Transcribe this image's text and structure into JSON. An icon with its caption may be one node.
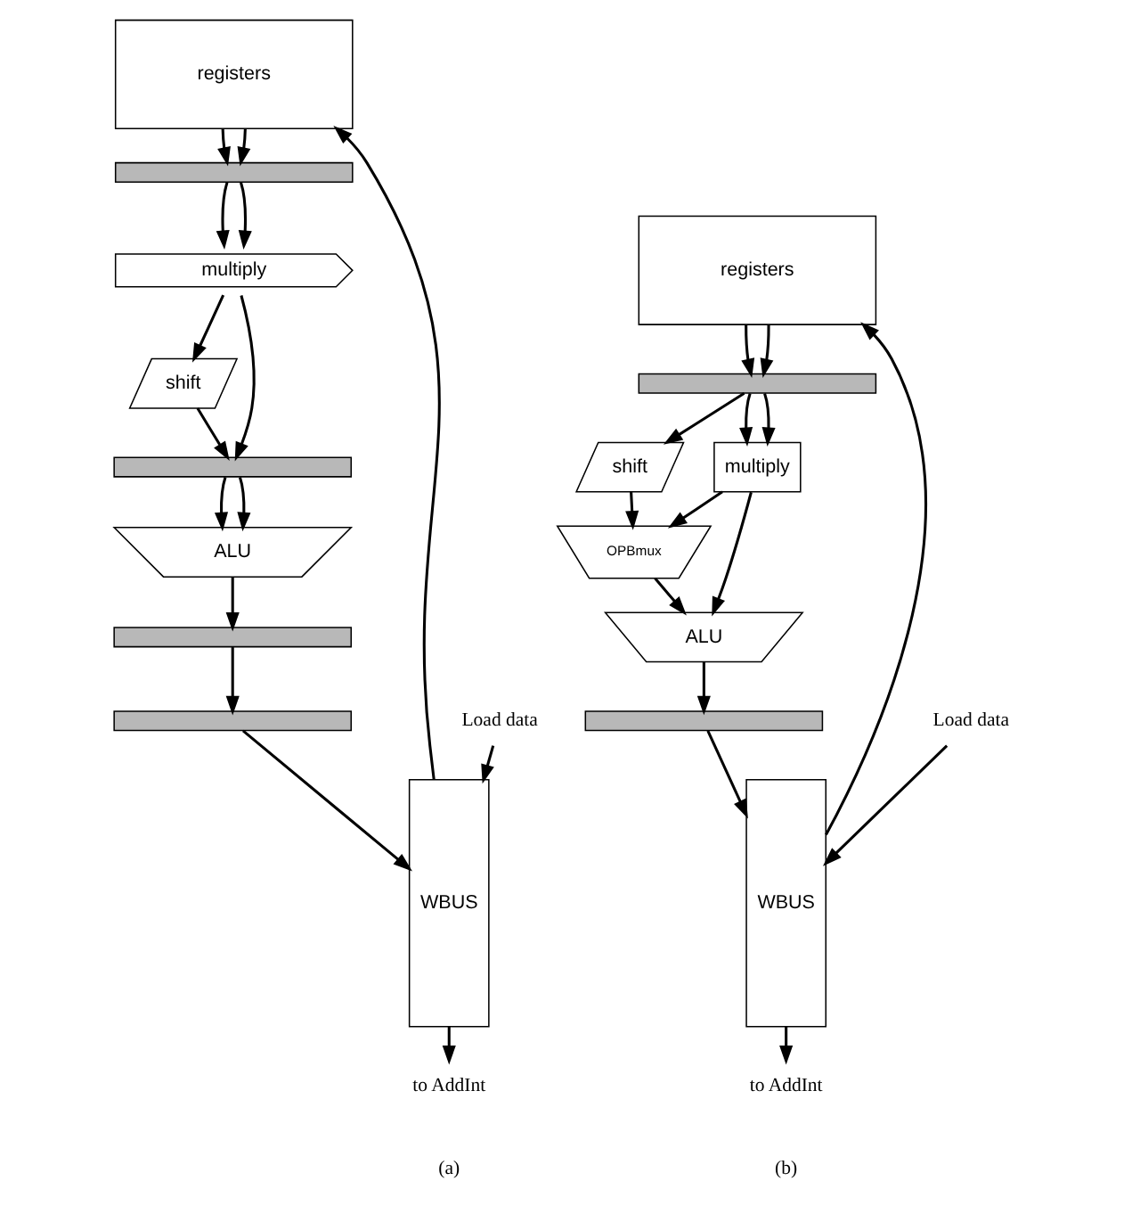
{
  "diagram": {
    "nodes": [
      {
        "text": [
          "registers"
        ]
      },
      {
        "text": [
          "Load data"
        ]
      },
      {
        "text": [
          "WBUS"
        ]
      },
      {
        "text": [],
        "shape": "bar"
      },
      {
        "text": [
          "multiply"
        ]
      },
      {
        "text": [
          "shift"
        ]
      },
      {
        "text": [],
        "shape": "bar"
      },
      {
        "text": [
          "ALU"
        ]
      },
      {
        "text": [],
        "shape": "bar"
      },
      {
        "text": [],
        "shape": "bar"
      },
      {
        "text": [
          "to AddInt"
        ]
      },
      {
        "text": [
          "registers"
        ]
      },
      {
        "text": [
          "Load data"
        ]
      },
      {
        "text": [
          "WBUS"
        ]
      },
      {
        "text": [],
        "shape": "bar"
      },
      {
        "text": [
          "shift"
        ]
      },
      {
        "text": [
          "multiply"
        ]
      },
      {
        "text": [
          "OPBmux"
        ]
      },
      {
        "text": [
          "ALU"
        ]
      },
      {
        "text": [],
        "shape": "bar"
      },
      {
        "text": [
          "to AddInt"
        ]
      }
    ],
    "edges": [
      {
        "from": 1,
        "to": 2,
        "arrow": "to"
      },
      {
        "from": 2,
        "to": 0,
        "arrow": "to"
      },
      {
        "from": 0,
        "to": 3,
        "arrow": "to"
      },
      {
        "from": 0,
        "to": 3,
        "arrow": "to"
      },
      {
        "from": 3,
        "to": 4,
        "arrow": "to"
      },
      {
        "from": 3,
        "to": 4,
        "arrow": "to"
      },
      {
        "from": 4,
        "to": 5,
        "arrow": "to"
      },
      {
        "from": 4,
        "to": 6,
        "arrow": "to"
      },
      {
        "from": 5,
        "to": 6,
        "arrow": "to"
      },
      {
        "from": 6,
        "to": 7,
        "arrow": "to"
      },
      {
        "from": 6,
        "to": 7,
        "arrow": "to"
      },
      {
        "from": 7,
        "to": 8,
        "arrow": "to"
      },
      {
        "from": 8,
        "to": 9,
        "arrow": "to"
      },
      {
        "from": 9,
        "to": 2,
        "arrow": "to"
      },
      {
        "from": 2,
        "to": 10,
        "arrow": "to"
      },
      {
        "from": 12,
        "to": 13,
        "arrow": "to"
      },
      {
        "from": 13,
        "to": 11,
        "arrow": "to"
      },
      {
        "from": 11,
        "to": 14,
        "arrow": "to"
      },
      {
        "from": 11,
        "to": 14,
        "arrow": "to"
      },
      {
        "from": 14,
        "to": 15,
        "arrow": "to"
      },
      {
        "from": 14,
        "to": 16,
        "arrow": "to"
      },
      {
        "from": 14,
        "to": 16,
        "arrow": "to"
      },
      {
        "from": 15,
        "to": 17,
        "arrow": "to"
      },
      {
        "from": 16,
        "to": 17,
        "arrow": "to"
      },
      {
        "from": 16,
        "to": 18,
        "arrow": "to"
      },
      {
        "from": 17,
        "to": 18,
        "arrow": "to"
      },
      {
        "from": 18,
        "to": 19,
        "arrow": "to"
      },
      {
        "from": 19,
        "to": 13,
        "arrow": "to"
      },
      {
        "from": 13,
        "to": 20,
        "arrow": "to"
      }
    ],
    "labels": [
      "(a)",
      "(b)"
    ]
  }
}
